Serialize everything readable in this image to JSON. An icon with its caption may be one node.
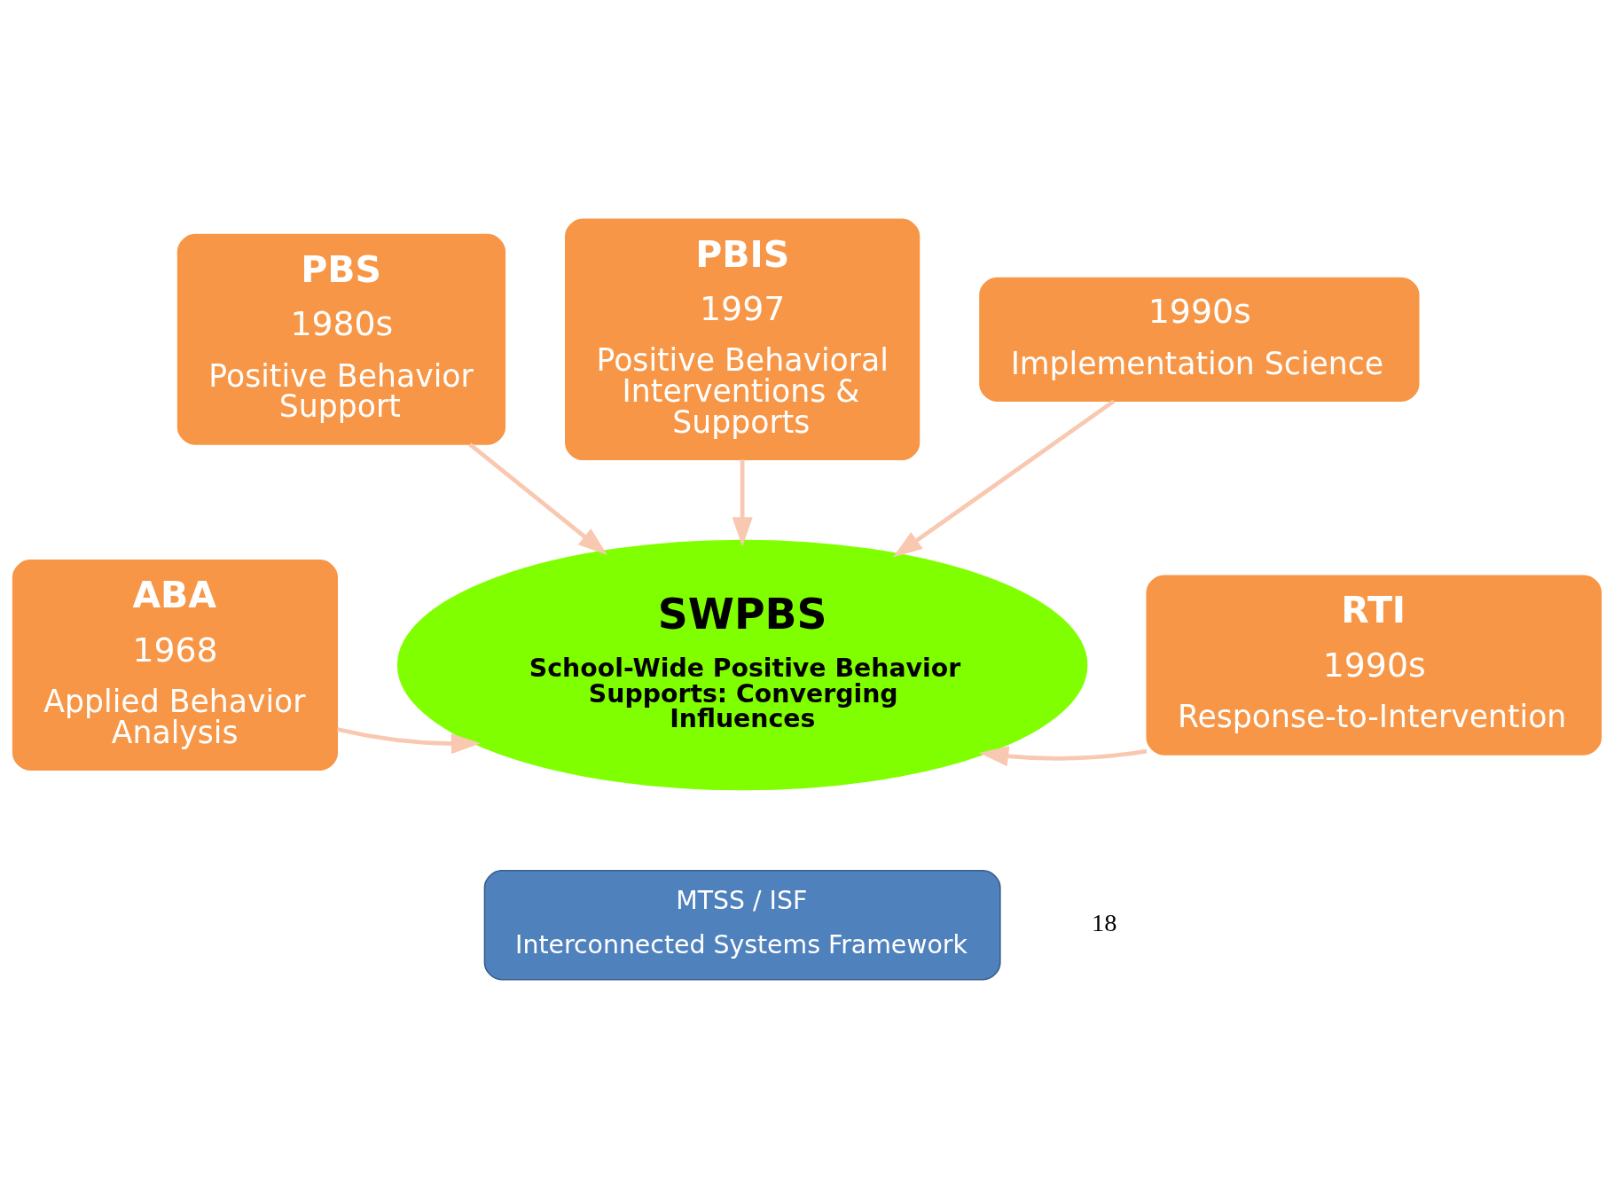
{
  "diagram": {
    "nodes": [
      {
        "text": [
          "PBIS",
          "1997",
          "Positive Behavioral Interventions & Supports"
        ]
      },
      {
        "text": [
          "PBS",
          "1980s",
          "Positive Behavior Support"
        ]
      },
      {
        "text": [
          "1990s",
          "Implementation Science"
        ]
      },
      {
        "text": [
          "ABA",
          "1968",
          "Applied Behavior Analysis"
        ]
      },
      {
        "text": [
          "SWPBS",
          "School-Wide Positive Behavior Supports: Converging Influences"
        ]
      },
      {
        "text": [
          "RTI",
          "1990s",
          "Response-to-Intervention"
        ]
      },
      {
        "text": [
          "MTSS / ISF",
          "Interconnected Systems Framework"
        ]
      }
    ],
    "edges": [
      {
        "from": 1,
        "to": 4,
        "arrow": "to"
      },
      {
        "from": 0,
        "to": 4,
        "arrow": "to"
      },
      {
        "from": 2,
        "to": 4,
        "arrow": "to"
      },
      {
        "from": 3,
        "to": 4,
        "arrow": "to"
      },
      {
        "from": 5,
        "to": 4,
        "arrow": "to"
      }
    ],
    "labels": [
      "18"
    ]
  }
}
